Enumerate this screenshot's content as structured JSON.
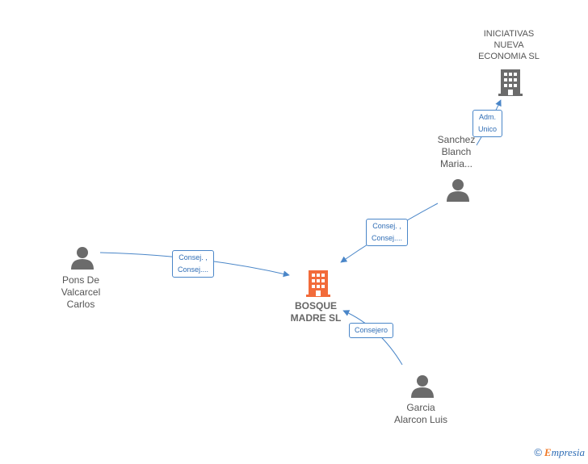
{
  "nodes": {
    "iniciativas": {
      "name": "INICIATIVAS\nNUEVA\nECONOMIA  SL"
    },
    "sanchez": {
      "name": "Sanchez\nBlanch\nMaria..."
    },
    "bosque": {
      "name": "BOSQUE\nMADRE  SL"
    },
    "pons": {
      "name": "Pons De\nValcarcel\nCarlos"
    },
    "garcia": {
      "name": "Garcia\nAlarcon Luis"
    }
  },
  "edges": {
    "sanchez_iniciativas": {
      "label": "Adm.\nUnico"
    },
    "sanchez_bosque": {
      "label": "Consej. ,\nConsej...."
    },
    "pons_bosque": {
      "label": "Consej. ,\nConsej...."
    },
    "garcia_bosque": {
      "label": "Consejero"
    }
  },
  "colors": {
    "edge": "#4a86c8",
    "company_icon": "#6b6b6b",
    "main_company_icon": "#f26b3a",
    "person_icon": "#6b6b6b"
  },
  "footer": {
    "copyright": "©",
    "brand_initial": "E",
    "brand_rest": "mpresia"
  }
}
